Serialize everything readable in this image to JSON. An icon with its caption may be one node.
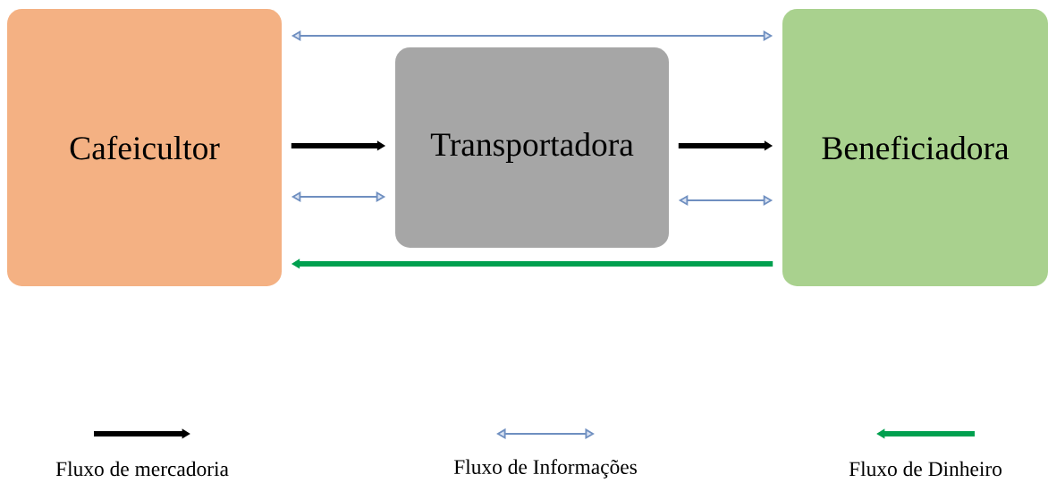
{
  "diagram": {
    "nodes": [
      {
        "text": [
          "Cafeicultor"
        ]
      },
      {
        "text": [
          "Transportadora"
        ]
      },
      {
        "text": [
          "Beneficiadora"
        ]
      }
    ],
    "edges": [
      {
        "from": 0,
        "to": 2,
        "arrow": "both"
      },
      {
        "from": 0,
        "to": 1,
        "arrow": "to",
        "style": "thick",
        "color": "#000000"
      },
      {
        "from": 1,
        "to": 2,
        "arrow": "to",
        "style": "thick",
        "color": "#000000"
      },
      {
        "from": 0,
        "to": 1,
        "arrow": "both"
      },
      {
        "from": 1,
        "to": 2,
        "arrow": "both"
      },
      {
        "from": 2,
        "to": 0,
        "arrow": "to",
        "style": "thick",
        "color": "#00a04f"
      }
    ],
    "legend": [
      {
        "text": "Fluxo de mercadoria"
      },
      {
        "text": "Fluxo de Informações"
      },
      {
        "text": "Fluxo de Dinheiro"
      }
    ]
  }
}
